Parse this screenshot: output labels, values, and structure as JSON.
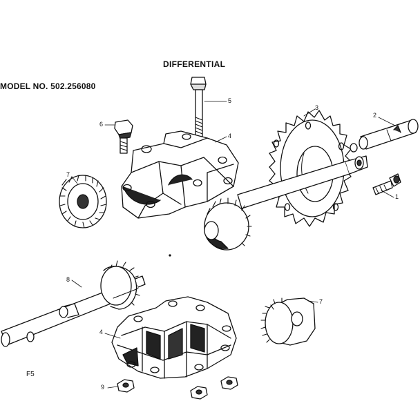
{
  "title": "DIFFERENTIAL",
  "model_label": "MODEL NO. 502.256080",
  "figure_label": "F5",
  "callouts": {
    "c1": "1",
    "c2": "2",
    "c3": "3",
    "c4a": "4",
    "c4b": "4",
    "c5": "5",
    "c6": "6",
    "c7a": "7",
    "c7b": "7",
    "c8": "8",
    "c9": "9"
  },
  "parts": [
    "screw",
    "shaft",
    "sprocket",
    "housing",
    "bolt",
    "bolt",
    "bevel-gear",
    "gear-shaft",
    "nut"
  ]
}
